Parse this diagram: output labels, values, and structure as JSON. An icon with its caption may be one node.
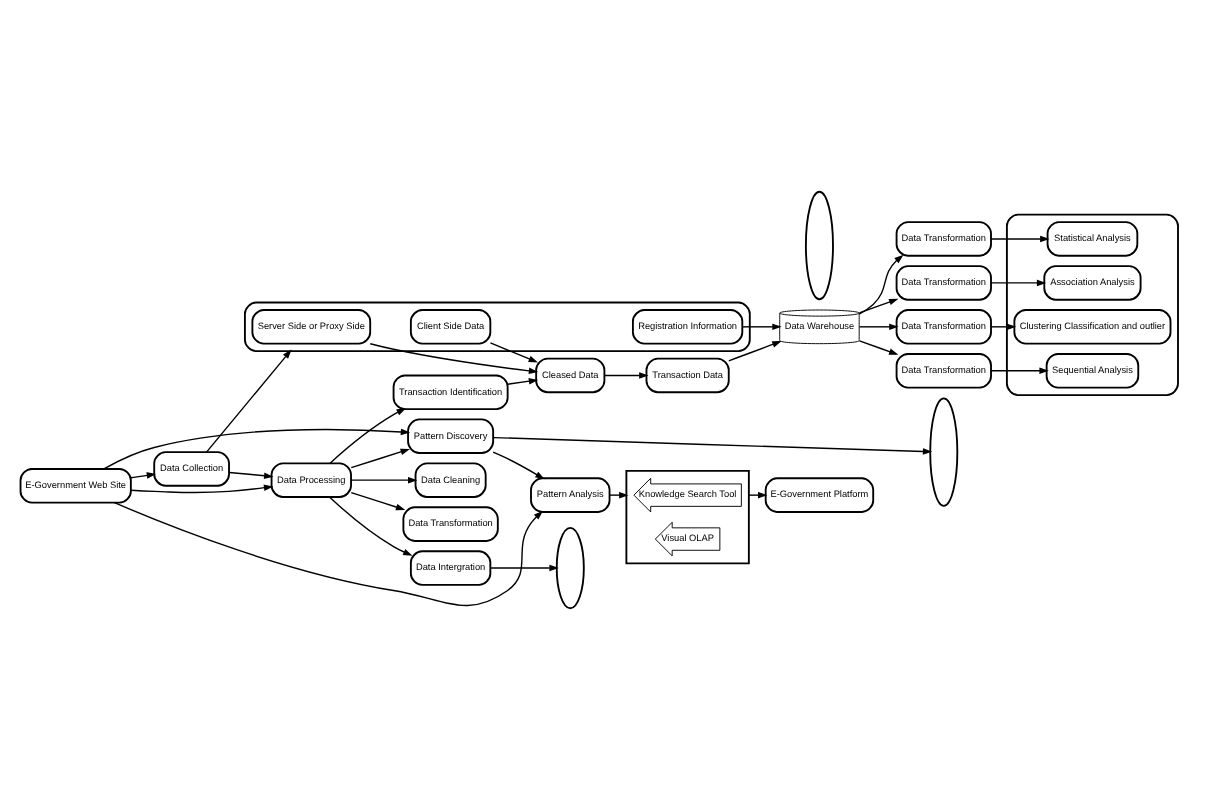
{
  "diagram": {
    "nodes": [
      {
        "text": [
          "E-Government Web Site"
        ]
      },
      {
        "text": [
          "Data Collection"
        ]
      },
      {
        "text": [
          "Data Processing"
        ]
      },
      {
        "text": [
          "Pattern Discovery"
        ]
      },
      {
        "text": [
          "Pattern Analysis"
        ]
      },
      {
        "text": [],
        "shape": "box"
      },
      {
        "text": [
          "Server Side or Proxy Side"
        ],
        "in": 5
      },
      {
        "text": [
          "Client Side Data"
        ],
        "in": 5
      },
      {
        "text": [
          "Registration Information"
        ],
        "in": 5
      },
      {
        "text": [
          "Data Cleaning"
        ]
      },
      {
        "text": [
          "Transaction Identification"
        ]
      },
      {
        "text": [
          "Data Intergration"
        ]
      },
      {
        "text": [
          "Data Transformation"
        ]
      },
      {
        "text": [
          "Cleased Data"
        ]
      },
      {
        "text": [
          "Transaction Data"
        ]
      },
      {
        "text": [],
        "shape": "ellipse"
      },
      {
        "text": [
          "Data Warehouse"
        ]
      },
      {
        "text": [],
        "shape": "ellipse"
      },
      {
        "text": [
          "Data Transformation"
        ]
      },
      {
        "text": [
          "Data Transformation"
        ]
      },
      {
        "text": [
          "Data Transformation"
        ]
      },
      {
        "text": [
          "Data Transformation"
        ]
      },
      {
        "text": [],
        "shape": "ellipse"
      },
      {
        "text": [],
        "shape": "box"
      },
      {
        "text": [
          "Statistical Analysis"
        ],
        "in": 23
      },
      {
        "text": [
          "Association Analysis"
        ],
        "in": 23
      },
      {
        "text": [
          "Clustering Classification and outlier"
        ],
        "in": 23
      },
      {
        "text": [
          "Sequential Analysis"
        ],
        "in": 23
      },
      {
        "text": [],
        "shape": "ellipse"
      },
      {
        "text": [
          "Knowledge Search Tool"
        ],
        "in": 28
      },
      {
        "text": [
          "Visual OLAP"
        ],
        "in": 28
      },
      {
        "text": [
          "E-Government Platform"
        ]
      }
    ],
    "edges": [
      {
        "from": 0,
        "to": 1,
        "arrow": "to"
      },
      {
        "from": 0,
        "to": 2,
        "arrow": "to"
      },
      {
        "from": 0,
        "to": 3,
        "arrow": "to"
      },
      {
        "from": 0,
        "to": 4,
        "arrow": "to"
      },
      {
        "from": 1,
        "to": 2,
        "arrow": "to"
      },
      {
        "from": 2,
        "to": 3,
        "arrow": "to"
      },
      {
        "from": 3,
        "to": 4,
        "arrow": "to"
      },
      {
        "from": 1,
        "to": 5,
        "arrow": "to"
      },
      {
        "from": 2,
        "to": 9,
        "arrow": "to"
      },
      {
        "from": 2,
        "to": 10,
        "arrow": "to"
      },
      {
        "from": 2,
        "to": 11,
        "arrow": "to"
      },
      {
        "from": 2,
        "to": 12,
        "arrow": "to"
      },
      {
        "from": 6,
        "to": 13,
        "arrow": "to"
      },
      {
        "from": 7,
        "to": 13,
        "arrow": "to"
      },
      {
        "from": 10,
        "to": 13,
        "arrow": "to"
      },
      {
        "from": 13,
        "to": 14,
        "arrow": "to"
      },
      {
        "from": 14,
        "to": 16,
        "arrow": "to"
      },
      {
        "from": 11,
        "to": 15,
        "arrow": "to"
      },
      {
        "from": 8,
        "to": 16,
        "arrow": "to"
      },
      {
        "from": 16,
        "to": 18,
        "arrow": "to"
      },
      {
        "from": 16,
        "to": 19,
        "arrow": "to"
      },
      {
        "from": 16,
        "to": 20,
        "arrow": "to"
      },
      {
        "from": 16,
        "to": 21,
        "arrow": "to"
      },
      {
        "from": 18,
        "to": 24,
        "arrow": "to"
      },
      {
        "from": 19,
        "to": 25,
        "arrow": "to"
      },
      {
        "from": 20,
        "to": 26,
        "arrow": "to"
      },
      {
        "from": 21,
        "to": 27,
        "arrow": "to"
      },
      {
        "from": 3,
        "to": 22,
        "arrow": "to"
      },
      {
        "from": 4,
        "to": 28,
        "arrow": "to"
      },
      {
        "from": 28,
        "to": 31,
        "arrow": "to"
      }
    ]
  }
}
